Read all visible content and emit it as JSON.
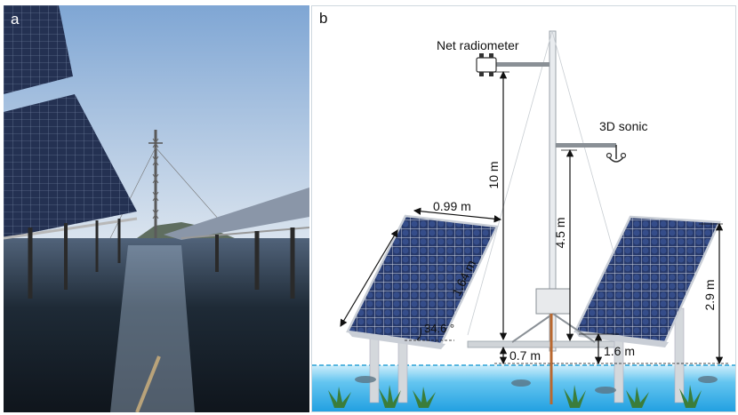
{
  "panel_a": {
    "label": "a"
  },
  "panel_b": {
    "label": "b",
    "labels": {
      "net_radiometer": "Net radiometer",
      "sonic": "3D sonic"
    },
    "dimensions": {
      "mast_10m": "10 m",
      "sonic_height": "4.5 m",
      "panel_width": "0.99 m",
      "panel_length": "1.64 m",
      "tilt_angle": "34.6 °",
      "panel_height": "2.9 m",
      "frame_height": "1.6 m",
      "water_gap": "0.7 m"
    }
  },
  "colors": {
    "sky": "#a8c6e6",
    "water": "#1c2a36",
    "panel_cell": "#2c3f6e",
    "water_b": "#3fb2e6",
    "plant": "#3b7d3a"
  }
}
